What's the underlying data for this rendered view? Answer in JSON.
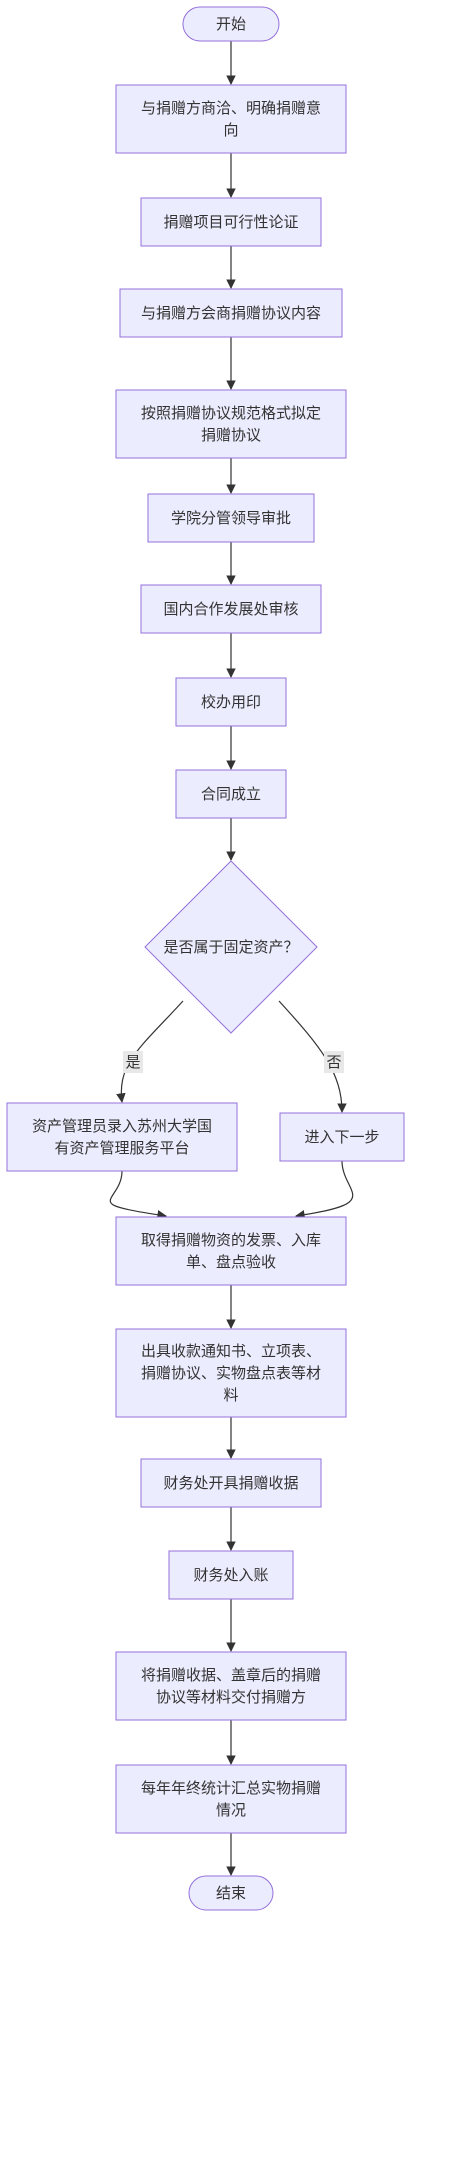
{
  "colors": {
    "node_fill": "#ECECFF",
    "node_stroke": "#9370DB",
    "edge": "#333333",
    "edge_label_bg": "#e8e8e8",
    "text": "#333333"
  },
  "nodes": {
    "start": {
      "label_lines": [
        "开始"
      ]
    },
    "n1": {
      "label_lines": [
        "与捐赠方商洽、明确捐赠意",
        "向"
      ]
    },
    "n2": {
      "label_lines": [
        "捐赠项目可行性论证"
      ]
    },
    "n3": {
      "label_lines": [
        "与捐赠方会商捐赠协议内容"
      ]
    },
    "n4": {
      "label_lines": [
        "按照捐赠协议规范格式拟定",
        "捐赠协议"
      ]
    },
    "n5": {
      "label_lines": [
        "学院分管领导审批"
      ]
    },
    "n6": {
      "label_lines": [
        "国内合作发展处审核"
      ]
    },
    "n7": {
      "label_lines": [
        "校办用印"
      ]
    },
    "n8": {
      "label_lines": [
        "合同成立"
      ]
    },
    "decision": {
      "label_lines": [
        "是否属于固定资产？"
      ]
    },
    "yes_branch": {
      "label_lines": [
        "资产管理员录入苏州大学国",
        "有资产管理服务平台"
      ]
    },
    "no_branch": {
      "label_lines": [
        "进入下一步"
      ]
    },
    "n9": {
      "label_lines": [
        "取得捐赠物资的发票、入库",
        "单、盘点验收"
      ]
    },
    "n10": {
      "label_lines": [
        "出具收款通知书、立项表、",
        "捐赠协议、实物盘点表等材",
        "料"
      ]
    },
    "n11": {
      "label_lines": [
        "财务处开具捐赠收据"
      ]
    },
    "n12": {
      "label_lines": [
        "财务处入账"
      ]
    },
    "n13": {
      "label_lines": [
        "将捐赠收据、盖章后的捐赠",
        "协议等材料交付捐赠方"
      ]
    },
    "n14": {
      "label_lines": [
        "每年年终统计汇总实物捐赠",
        "情况"
      ]
    },
    "end": {
      "label_lines": [
        "结束"
      ]
    }
  },
  "edge_labels": {
    "yes": "是",
    "no": "否"
  }
}
